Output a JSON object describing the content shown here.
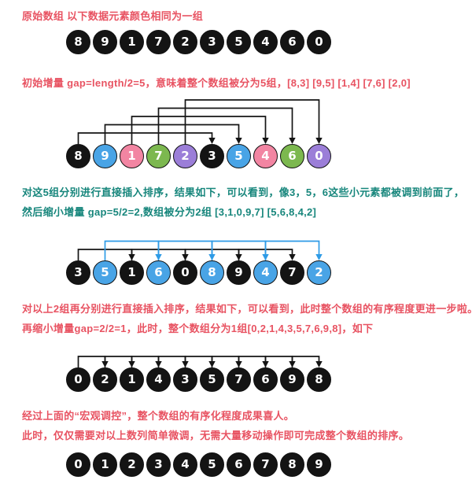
{
  "colors": {
    "background": "#ffffff",
    "red_text": "#e85362",
    "teal_text": "#17867c",
    "circle_black": "#141414",
    "circle_blue": "#49a4e6",
    "circle_pink": "#f285a2",
    "circle_green": "#7cb84f",
    "circle_purple": "#9b7ed8",
    "arrow_blue": "#2e9be6"
  },
  "palette": {
    "k": "#141414",
    "b": "#49a4e6",
    "p": "#f285a2",
    "g": "#7cb84f",
    "v": "#9b7ed8",
    "ab": "#2e9be6"
  },
  "captions": {
    "t1": "原始数组  以下数据元素颜色相同为一组",
    "t2": "初始增量 gap=length/2=5，意味着整个数组被分为5组，[8,3] [9,5] [1,4] [7,6] [2,0]",
    "t3a": "对这5组分别进行直接插入排序，结果如下，可以看到，像3，5，6这些小元素都被调到前面了，",
    "t3b": "然后缩小增量 gap=5/2=2,数组被分为2组 [3,1,0,9,7] [5,6,8,4,2]",
    "t4a": "对以上2组再分别进行直接插入排序，结果如下，可以看到，此时整个数组的有序程度更进一步啦。",
    "t4b": "再缩小增量gap=2/2=1，此时，整个数组分为1组[0,2,1,4,3,5,7,6,9,8]，如下",
    "t5a": "经过上面的“宏观调控”，整个数组的有序化程度成果喜人。",
    "t5b": "此时，仅仅需要对以上数列简单微调，无需大量移动操作即可完成整个数组的排序。"
  },
  "rows": [
    {
      "id": "original",
      "values": [
        "8",
        "9",
        "1",
        "7",
        "2",
        "3",
        "5",
        "4",
        "6",
        "0"
      ],
      "colors": [
        "k",
        "k",
        "k",
        "k",
        "k",
        "k",
        "k",
        "k",
        "k",
        "k"
      ],
      "arrows": []
    },
    {
      "id": "gap5",
      "values": [
        "8",
        "9",
        "1",
        "7",
        "2",
        "3",
        "5",
        "4",
        "6",
        "0"
      ],
      "colors": [
        "k",
        "b",
        "p",
        "g",
        "v",
        "k",
        "b",
        "p",
        "g",
        "v"
      ],
      "arrows": [
        {
          "from": 0,
          "to": 5,
          "lvl": 0,
          "c": "k"
        },
        {
          "from": 1,
          "to": 6,
          "lvl": 1,
          "c": "k"
        },
        {
          "from": 2,
          "to": 7,
          "lvl": 2,
          "c": "k"
        },
        {
          "from": 3,
          "to": 8,
          "lvl": 3,
          "c": "k"
        },
        {
          "from": 4,
          "to": 9,
          "lvl": 4,
          "c": "k"
        }
      ]
    },
    {
      "id": "gap2",
      "values": [
        "3",
        "5",
        "1",
        "6",
        "0",
        "8",
        "9",
        "4",
        "7",
        "2"
      ],
      "colors": [
        "k",
        "b",
        "k",
        "b",
        "k",
        "b",
        "k",
        "b",
        "k",
        "b"
      ],
      "arrows": [
        {
          "from": 0,
          "to": 2,
          "lvl": 0,
          "c": "k"
        },
        {
          "from": 2,
          "to": 4,
          "lvl": 0,
          "c": "k"
        },
        {
          "from": 4,
          "to": 6,
          "lvl": 0,
          "c": "k"
        },
        {
          "from": 6,
          "to": 8,
          "lvl": 0,
          "c": "k"
        },
        {
          "from": 1,
          "to": 3,
          "lvl": 1,
          "c": "ab"
        },
        {
          "from": 3,
          "to": 5,
          "lvl": 1,
          "c": "ab"
        },
        {
          "from": 5,
          "to": 7,
          "lvl": 1,
          "c": "ab"
        },
        {
          "from": 7,
          "to": 9,
          "lvl": 1,
          "c": "ab"
        }
      ]
    },
    {
      "id": "gap1",
      "values": [
        "0",
        "2",
        "1",
        "4",
        "3",
        "5",
        "7",
        "6",
        "9",
        "8"
      ],
      "colors": [
        "k",
        "k",
        "k",
        "k",
        "k",
        "k",
        "k",
        "k",
        "k",
        "k"
      ],
      "arrows": [
        {
          "from": 0,
          "to": 1,
          "lvl": 0,
          "c": "k"
        },
        {
          "from": 1,
          "to": 2,
          "lvl": 0,
          "c": "k"
        },
        {
          "from": 2,
          "to": 3,
          "lvl": 0,
          "c": "k"
        },
        {
          "from": 3,
          "to": 4,
          "lvl": 0,
          "c": "k"
        },
        {
          "from": 4,
          "to": 5,
          "lvl": 0,
          "c": "k"
        },
        {
          "from": 5,
          "to": 6,
          "lvl": 0,
          "c": "k"
        },
        {
          "from": 6,
          "to": 7,
          "lvl": 0,
          "c": "k"
        },
        {
          "from": 7,
          "to": 8,
          "lvl": 0,
          "c": "k"
        },
        {
          "from": 8,
          "to": 9,
          "lvl": 0,
          "c": "k"
        }
      ]
    },
    {
      "id": "sorted",
      "values": [
        "0",
        "1",
        "2",
        "3",
        "4",
        "5",
        "6",
        "7",
        "8",
        "9"
      ],
      "colors": [
        "k",
        "k",
        "k",
        "k",
        "k",
        "k",
        "k",
        "k",
        "k",
        "k"
      ],
      "arrows": []
    }
  ]
}
